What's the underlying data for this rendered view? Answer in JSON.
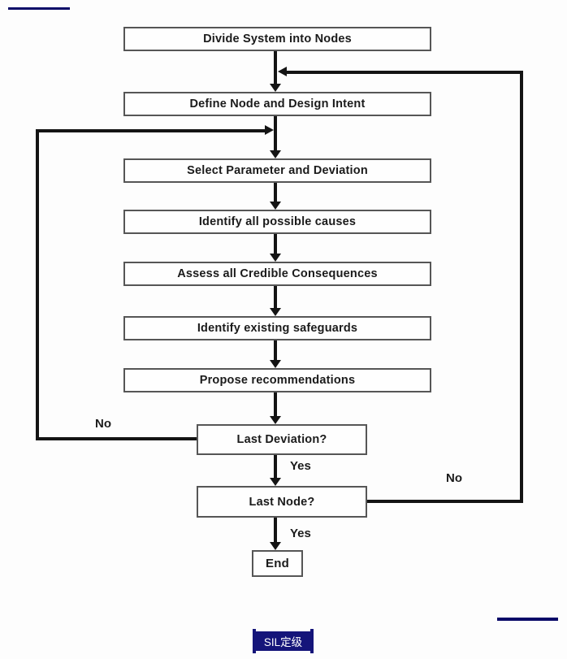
{
  "page": {
    "background": "#fdfdfd",
    "accent_navy": "#15157a",
    "line_color": "#141414",
    "box_border_color": "#565656"
  },
  "flowchart": {
    "nodes": [
      {
        "id": "divide-system",
        "label": "Divide System into Nodes"
      },
      {
        "id": "define-node",
        "label": "Define Node and Design Intent"
      },
      {
        "id": "select-parameter",
        "label": "Select Parameter and Deviation"
      },
      {
        "id": "identify-causes",
        "label": "Identify all possible causes"
      },
      {
        "id": "assess-consequences",
        "label": "Assess all Credible Consequences"
      },
      {
        "id": "identify-safeguards",
        "label": "Identify existing safeguards"
      },
      {
        "id": "propose-recommendations",
        "label": "Propose recommendations"
      },
      {
        "id": "last-deviation",
        "label": "Last Deviation?"
      },
      {
        "id": "last-node",
        "label": "Last Node?"
      },
      {
        "id": "end",
        "label": "End"
      }
    ],
    "edge_labels": {
      "last_deviation_no": "No",
      "last_deviation_yes": "Yes",
      "last_node_no": "No",
      "last_node_yes": "Yes"
    }
  },
  "footer": {
    "badge_label": "SIL定级",
    "badge_background": "#15157a",
    "badge_text_color": "#ffffff"
  }
}
